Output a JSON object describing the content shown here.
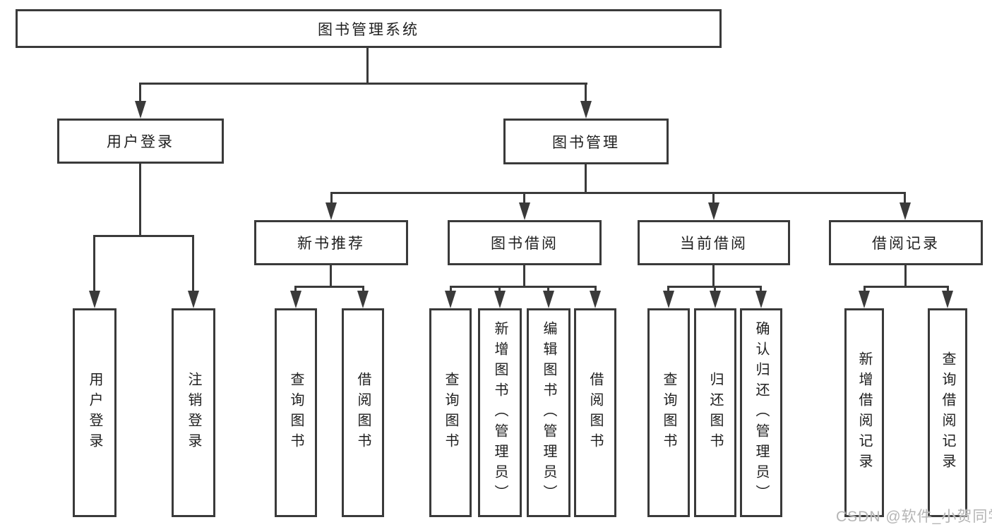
{
  "app": {
    "background_color": "#ffffff",
    "line_color": "#3a3a3a",
    "text_color": "#1f1f1f",
    "watermark_color": "#b5b5b5"
  },
  "nodes": {
    "root": {
      "label": "图书管理系统"
    },
    "login": {
      "label": "用户登录"
    },
    "management": {
      "label": "图书管理"
    },
    "recommend": {
      "label": "新书推荐"
    },
    "borrowing": {
      "label": "图书借阅"
    },
    "current": {
      "label": "当前借阅"
    },
    "records": {
      "label": "借阅记录"
    },
    "leaf_user_login": {
      "label": "用户登录"
    },
    "leaf_logout": {
      "label": "注销登录"
    },
    "leaf_rec_query": {
      "label": "查询图书"
    },
    "leaf_rec_borrow": {
      "label": "借阅图书"
    },
    "leaf_bor_query": {
      "label": "查询图书"
    },
    "leaf_bor_add": {
      "label": "新增图书（管理员）"
    },
    "leaf_bor_edit": {
      "label": "编辑图书（管理员）"
    },
    "leaf_bor_borrow": {
      "label": "借阅图书"
    },
    "leaf_cur_query": {
      "label": "查询图书"
    },
    "leaf_cur_return": {
      "label": "归还图书"
    },
    "leaf_cur_confirm": {
      "label": "确认归还（管理员）"
    },
    "leaf_recd_add": {
      "label": "新增借阅记录"
    },
    "leaf_recd_query": {
      "label": "查询借阅记录"
    }
  },
  "hierarchy": {
    "图书管理系统": [
      "用户登录",
      "图书管理"
    ],
    "用户登录": [
      "用户登录",
      "注销登录"
    ],
    "图书管理": [
      "新书推荐",
      "图书借阅",
      "当前借阅",
      "借阅记录"
    ],
    "新书推荐": [
      "查询图书",
      "借阅图书"
    ],
    "图书借阅": [
      "查询图书",
      "新增图书（管理员）",
      "编辑图书（管理员）",
      "借阅图书"
    ],
    "当前借阅": [
      "查询图书",
      "归还图书",
      "确认归还（管理员）"
    ],
    "借阅记录": [
      "新增借阅记录",
      "查询借阅记录"
    ]
  },
  "watermark": {
    "text": "CSDN @软件_小贺同学"
  }
}
